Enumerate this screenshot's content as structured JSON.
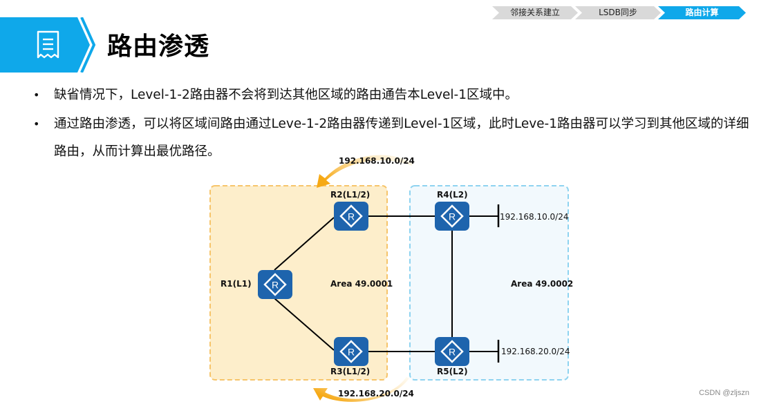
{
  "steps": [
    {
      "label": "邻接关系建立",
      "active": false
    },
    {
      "label": "LSDB同步",
      "active": false
    },
    {
      "label": "路由计算",
      "active": true
    }
  ],
  "colors": {
    "accent": "#0fa8ea",
    "step_inactive": "#d9d9d9",
    "router": "#1e64ad",
    "area1_fill": "#fdeecb",
    "area1_border": "#f6c46a",
    "area2_fill": "#f2f9fd",
    "area2_border": "#8ed3f0",
    "arrow": "#f6b02a"
  },
  "header": {
    "icon": "document-list-icon",
    "title": "路由渗透"
  },
  "bullets": [
    "缺省情况下，Level-1-2路由器不会将到达其他区域的路由通告本Level-1区域中。",
    "通过路由渗透，可以将区域间路由通过Leve-1-2路由器传递到Level-1区域，此时Leve-1路由器可以学习到其他区域的详细路由，从而计算出最优路径。"
  ],
  "diagram": {
    "areas": [
      {
        "name": "Area 49.0001"
      },
      {
        "name": "Area 49.0002"
      }
    ],
    "routers": [
      {
        "id": "R1",
        "label": "R1(L1)"
      },
      {
        "id": "R2",
        "label": "R2(L1/2)"
      },
      {
        "id": "R3",
        "label": "R3(L1/2)"
      },
      {
        "id": "R4",
        "label": "R4(L2)"
      },
      {
        "id": "R5",
        "label": "R5(L2)"
      }
    ],
    "networks": [
      {
        "router": "R4",
        "prefix": "192.168.10.0/24"
      },
      {
        "router": "R5",
        "prefix": "192.168.20.0/24"
      }
    ],
    "leaked_routes": [
      {
        "via": "R2",
        "prefix": "192.168.10.0/24"
      },
      {
        "via": "R3",
        "prefix": "192.168.20.0/24"
      }
    ]
  },
  "watermark": "CSDN @zljszn"
}
